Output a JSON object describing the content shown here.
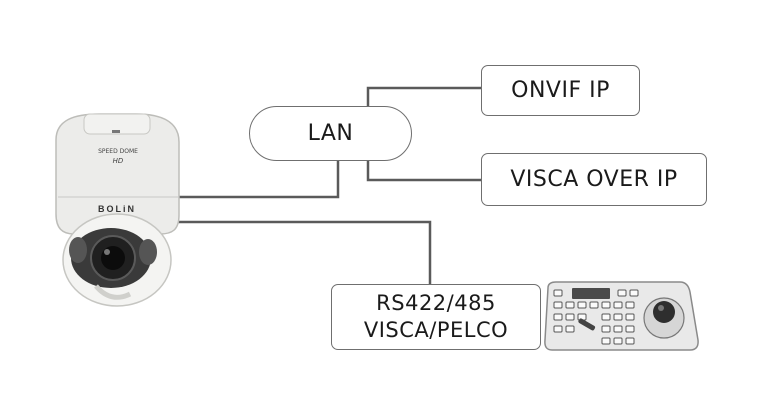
{
  "nodes": {
    "lan": "LAN",
    "onvif": "ONVIF IP",
    "visca_over_ip": "VISCA OVER IP",
    "serial_line1": "RS422/485",
    "serial_line2": "VISCA/PELCO"
  },
  "camera": {
    "speed_dome_label": "SPEED DOME",
    "hd_label": "HD",
    "brand": "BOLiN"
  },
  "colors": {
    "wire": "#5a5a5a",
    "box_border": "#6f6f6f",
    "camera_body": "#ececea",
    "keyboard_body": "#e9e9e9"
  }
}
